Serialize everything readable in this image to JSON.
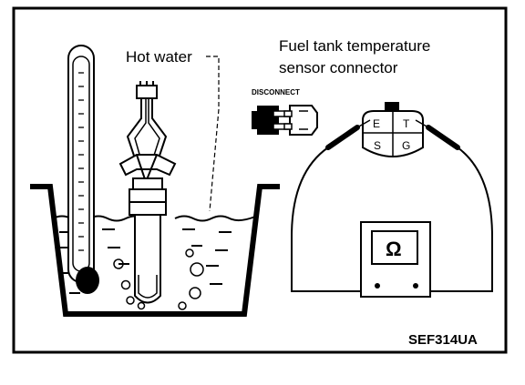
{
  "labels": {
    "hot_water": "Hot water",
    "sensor_title_line1": "Fuel tank temperature",
    "sensor_title_line2": "sensor connector",
    "disconnect": "DISCONNECT",
    "figure_code": "SEF314UA",
    "ohmmeter_symbol": "Ω"
  },
  "connector_pins": {
    "top_left": "E",
    "top_right": "T",
    "bottom_left": "S",
    "bottom_right": "G"
  },
  "icons": [
    "thermometer-icon",
    "sensor-icon",
    "disconnect-connector-icon",
    "ohmmeter-icon"
  ]
}
